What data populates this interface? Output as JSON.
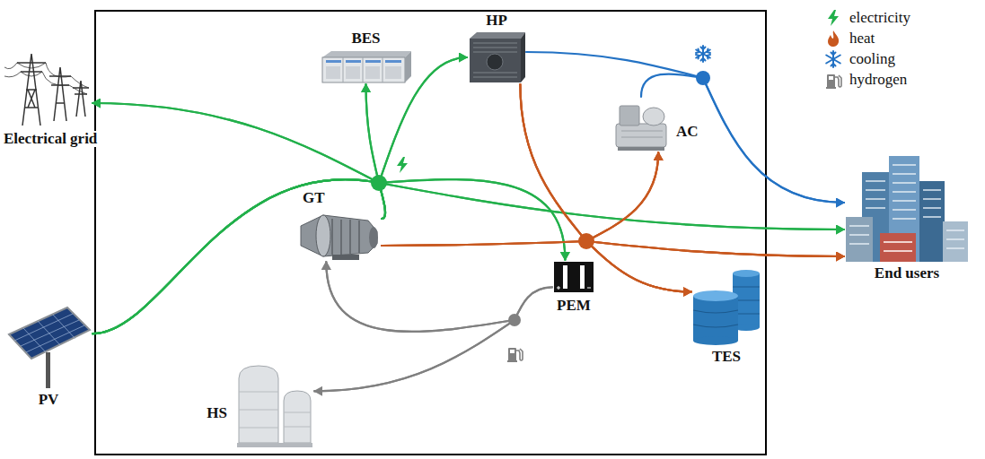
{
  "diagram": {
    "nodes": [
      {
        "text": [
          "BES"
        ]
      },
      {
        "text": [
          "HP"
        ]
      },
      {
        "text": [
          "Electrical grid"
        ]
      },
      {
        "text": [
          "AC"
        ]
      },
      {
        "text": [
          "GT"
        ]
      },
      {
        "text": [
          "End users"
        ]
      },
      {
        "text": [
          "PEM"
        ]
      },
      {
        "text": [
          "TES"
        ]
      },
      {
        "text": [
          "PV"
        ]
      },
      {
        "text": [
          "HS"
        ]
      }
    ],
    "edges": [
      {
        "from": 8,
        "to": 2,
        "arrow": "to"
      },
      {
        "from": 8,
        "to": 0,
        "arrow": "to"
      },
      {
        "from": 8,
        "to": 1,
        "arrow": "to"
      },
      {
        "from": 8,
        "to": 6,
        "arrow": "to"
      },
      {
        "from": 8,
        "to": 5,
        "arrow": "to"
      },
      {
        "from": 4,
        "to": 2,
        "arrow": "to"
      },
      {
        "from": 4,
        "to": 0,
        "arrow": "to"
      },
      {
        "from": 4,
        "to": 1,
        "arrow": "to"
      },
      {
        "from": 4,
        "to": 6,
        "arrow": "to"
      },
      {
        "from": 4,
        "to": 5,
        "arrow": "to"
      },
      {
        "from": 1,
        "to": 3,
        "arrow": "to"
      },
      {
        "from": 1,
        "to": 5,
        "arrow": "to"
      },
      {
        "from": 1,
        "to": 7,
        "arrow": "to"
      },
      {
        "from": 4,
        "to": 3,
        "arrow": "to"
      },
      {
        "from": 4,
        "to": 5,
        "arrow": "to"
      },
      {
        "from": 4,
        "to": 7,
        "arrow": "to"
      },
      {
        "from": 7,
        "to": 3,
        "arrow": "to"
      },
      {
        "from": 7,
        "to": 5,
        "arrow": "to"
      },
      {
        "from": 1,
        "to": 5,
        "arrow": "to"
      },
      {
        "from": 3,
        "to": 5,
        "arrow": "to"
      },
      {
        "from": 6,
        "to": 9,
        "arrow": "to"
      },
      {
        "from": 6,
        "to": 4,
        "arrow": "to"
      },
      {
        "from": 9,
        "to": 4,
        "arrow": "to"
      }
    ],
    "legend": [
      {
        "text": "electricity"
      },
      {
        "text": "heat"
      },
      {
        "text": "cooling"
      },
      {
        "text": "hydrogen"
      }
    ]
  }
}
